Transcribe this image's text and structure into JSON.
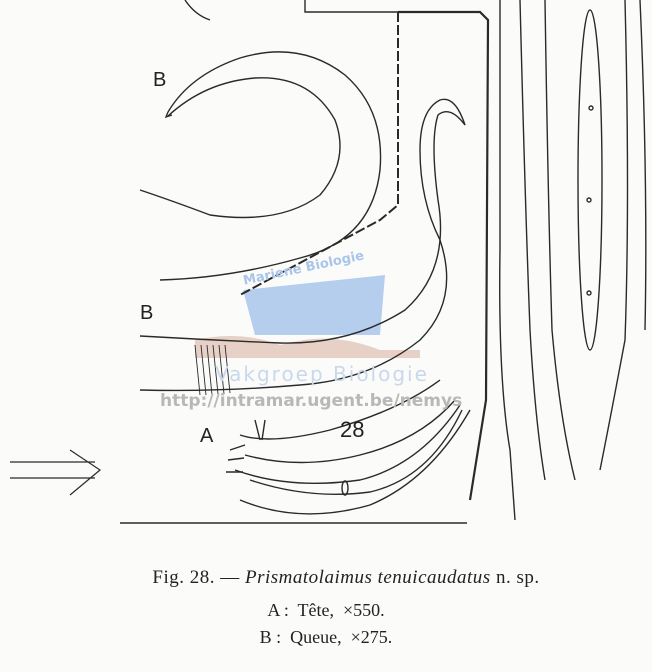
{
  "figure": {
    "labels": {
      "a": "A",
      "b_top": "B",
      "b_mid": "B",
      "number": "28"
    },
    "caption": {
      "fig_label": "Fig. 28. —",
      "species": "Prismatolaimus tenuicaudatus",
      "species_note": "n. sp.",
      "line_a": "A :  Tête,  ×550.",
      "line_b": "B :  Queue,  ×275."
    }
  },
  "watermark": {
    "arc_text": "Mariene Biologie",
    "group_text": "Vakgroep Biologie",
    "url": "http://intramar.ugent.be/nemys",
    "colors": {
      "blue": "#a9c6ea",
      "brown": "#e2c6b8"
    }
  }
}
